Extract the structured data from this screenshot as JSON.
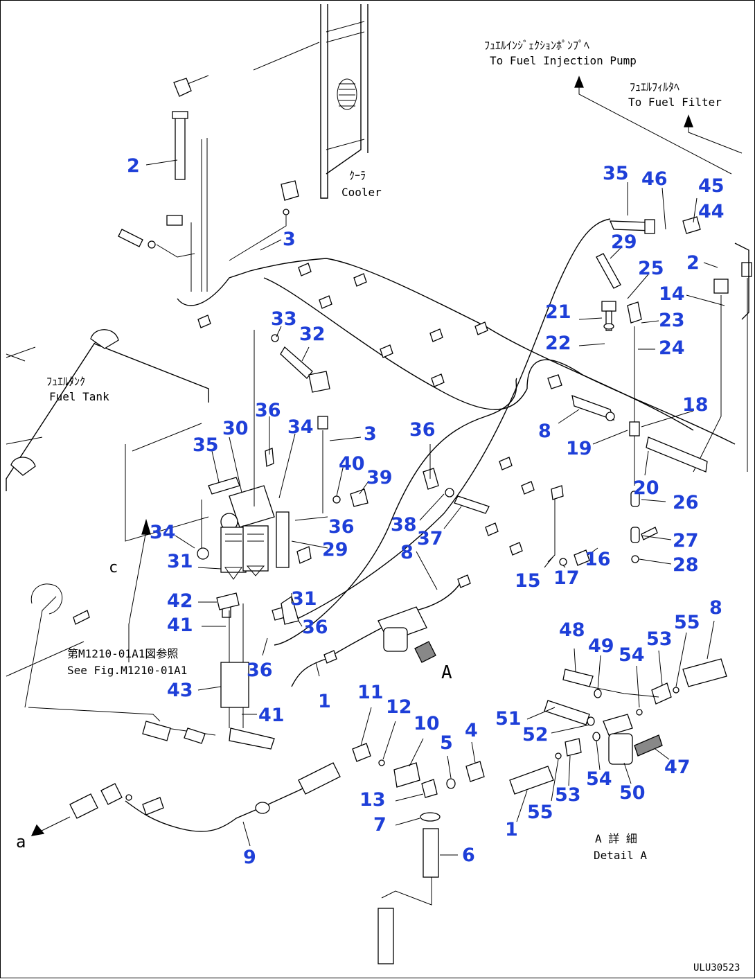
{
  "notes": {
    "injection_pump_jp": "ﾌｭｴﾙｲﾝｼﾞｪｸｼｮﾝﾎﾟﾝﾌﾟﾍ",
    "injection_pump_en": "To Fuel Injection Pump",
    "fuel_filter_jp": "ﾌｭｴﾙﾌｨﾙﾀﾍ",
    "fuel_filter_en": "To Fuel Filter",
    "cooler_jp": "ｸｰﾗ",
    "cooler_en": "Cooler",
    "fuel_tank_jp": "ﾌｭｴﾙﾀﾝｸ",
    "fuel_tank_en": "Fuel Tank",
    "see_fig_jp": "第M1210-01A1図参照",
    "see_fig_en": "See Fig.M1210-01A1",
    "detail_jp": "A 詳 細",
    "detail_en": "Detail A",
    "view_a": "A",
    "arrow_a": "a",
    "arrow_c": "c",
    "drawing_code": "ULU30523"
  },
  "callouts": {
    "c_2a": "2",
    "c_3a": "3",
    "c_35a": "35",
    "c_46": "46",
    "c_45": "45",
    "c_44": "44",
    "c_29a": "29",
    "c_2b": "2",
    "c_25": "25",
    "c_14": "14",
    "c_21": "21",
    "c_23": "23",
    "c_22": "22",
    "c_24": "24",
    "c_33": "33",
    "c_32": "32",
    "c_18": "18",
    "c_8a": "8",
    "c_19": "19",
    "c_20": "20",
    "c_36a": "36",
    "c_30": "30",
    "c_35b": "35",
    "c_34a": "34",
    "c_3b": "3",
    "c_36b": "36",
    "c_40": "40",
    "c_39": "39",
    "c_26": "26",
    "c_27": "27",
    "c_28": "28",
    "c_34b": "34",
    "c_36c": "36",
    "c_29b": "29",
    "c_38": "38",
    "c_37": "37",
    "c_8b": "8",
    "c_15": "15",
    "c_17": "17",
    "c_16": "16",
    "c_31a": "31",
    "c_31b": "31",
    "c_42": "42",
    "c_36d": "36",
    "c_41a": "41",
    "c_36e": "36",
    "c_43": "43",
    "c_41b": "41",
    "c_1a": "1",
    "c_8c": "8",
    "c_48": "48",
    "c_49": "49",
    "c_54a": "54",
    "c_53a": "53",
    "c_55a": "55",
    "c_11": "11",
    "c_12": "12",
    "c_10": "10",
    "c_5": "5",
    "c_4": "4",
    "c_51": "51",
    "c_52": "52",
    "c_47": "47",
    "c_54b": "54",
    "c_50": "50",
    "c_13": "13",
    "c_7": "7",
    "c_53b": "53",
    "c_55b": "55",
    "c_1b": "1",
    "c_6": "6",
    "c_9": "9"
  }
}
